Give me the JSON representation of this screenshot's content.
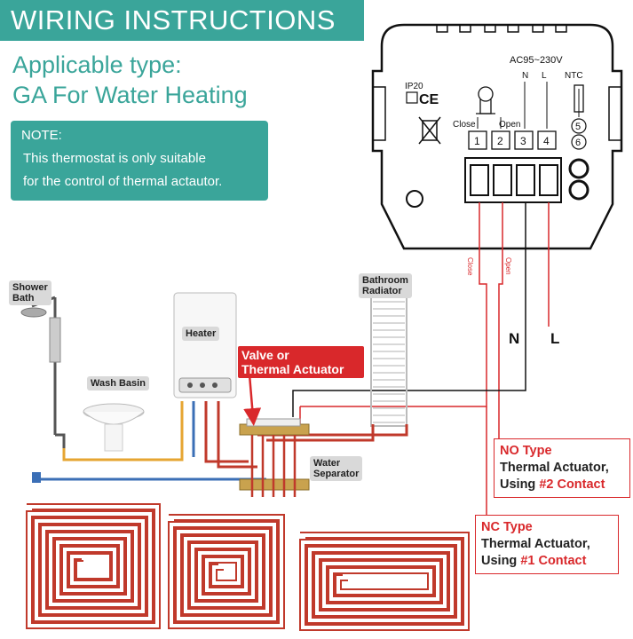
{
  "banner": {
    "title": "WIRING INSTRUCTIONS"
  },
  "heading": {
    "line1": "Applicable type:",
    "line2": "GA For Water Heating"
  },
  "note": {
    "title": "NOTE:",
    "line1": "This thermostat is only suitable",
    "line2": "for the control of thermal actautor."
  },
  "device": {
    "voltage": "AC95~230V",
    "n": "N",
    "l": "L",
    "ntc": "NTC",
    "ip": "IP20",
    "ce": "CE",
    "close": "Close",
    "open": "Open",
    "terminals": [
      "1",
      "2",
      "3",
      "4",
      "5",
      "6"
    ]
  },
  "wires": {
    "close": "Close",
    "open": "Open",
    "n": "N",
    "l": "L"
  },
  "labels": {
    "shower1": "Shower",
    "shower2": "Bath",
    "heater": "Heater",
    "wash": "Wash Basin",
    "radiator1": "Bathroom",
    "radiator2": "Radiator",
    "water1": "Water",
    "water2": "Separator",
    "valve1": "Valve or",
    "valve2": "Thermal Actuator"
  },
  "no_box": {
    "type": "NO Type",
    "line2": "Thermal Actuator,",
    "using": "Using ",
    "contact": "#2 Contact"
  },
  "nc_box": {
    "type": "NC Type",
    "line2": "Thermal Actuator,",
    "using": "Using ",
    "contact": "#1 Contact"
  },
  "colors": {
    "teal": "#3aa59a",
    "red": "#d9282b",
    "pipe_red": "#c0392b",
    "pipe_blue": "#3b6fb6",
    "pipe_yellow": "#e6a532"
  }
}
